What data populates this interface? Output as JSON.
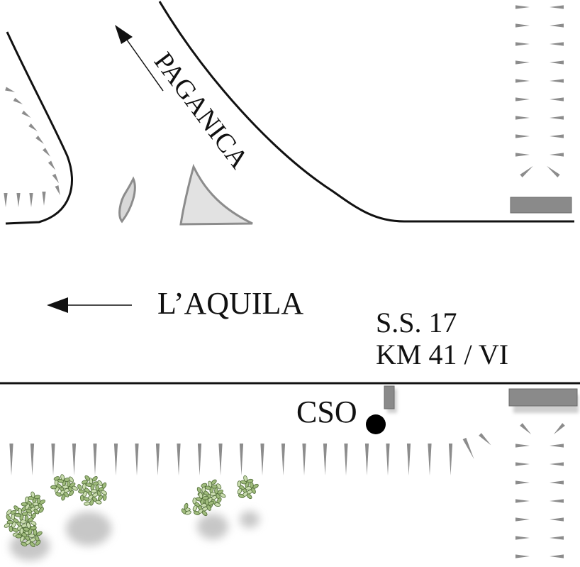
{
  "labels": {
    "paganica": "PAGANICA",
    "aquila": "L’AQUILA",
    "road_id": "S.S. 17",
    "road_km": "KM 41 / VI",
    "station": "CSO"
  },
  "colors": {
    "road_line": "#111111",
    "traffic_island": "#dcdcdc",
    "island_stroke": "#8c8c8c",
    "sign_panel": "#8a8a8a",
    "station_marker": "#000000",
    "vegetation": "#8aa56a"
  },
  "icons": {
    "direction_paganica": "arrow-up-left",
    "direction_aquila": "arrow-left",
    "station_marker": "filled-circle",
    "vegetation": "shrub-cluster"
  }
}
